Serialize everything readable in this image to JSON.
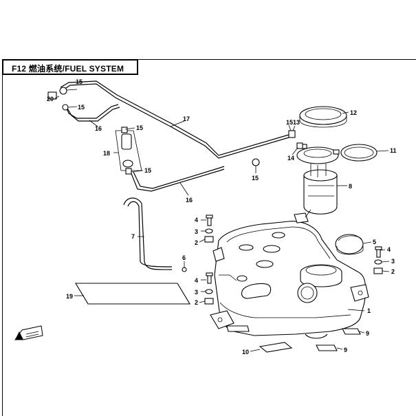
{
  "title": "F12 燃油系统/FUEL SYSTEM",
  "callouts": {
    "c1": "1",
    "c2a": "2",
    "c2b": "2",
    "c2c": "2",
    "c3a": "3",
    "c3b": "3",
    "c3c": "3",
    "c4a": "4",
    "c4b": "4",
    "c4c": "4",
    "c5": "5",
    "c6": "6",
    "c7": "7",
    "c8": "8",
    "c9a": "9",
    "c9b": "9",
    "c10": "10",
    "c11": "11",
    "c12": "12",
    "c13": "13",
    "c14": "14",
    "c15a": "15",
    "c15b": "15",
    "c15c": "15",
    "c15d": "15",
    "c15e": "15",
    "c15f": "15",
    "c16a": "16",
    "c16b": "16",
    "c17": "17",
    "c18": "18",
    "c19": "19",
    "c20": "20"
  }
}
